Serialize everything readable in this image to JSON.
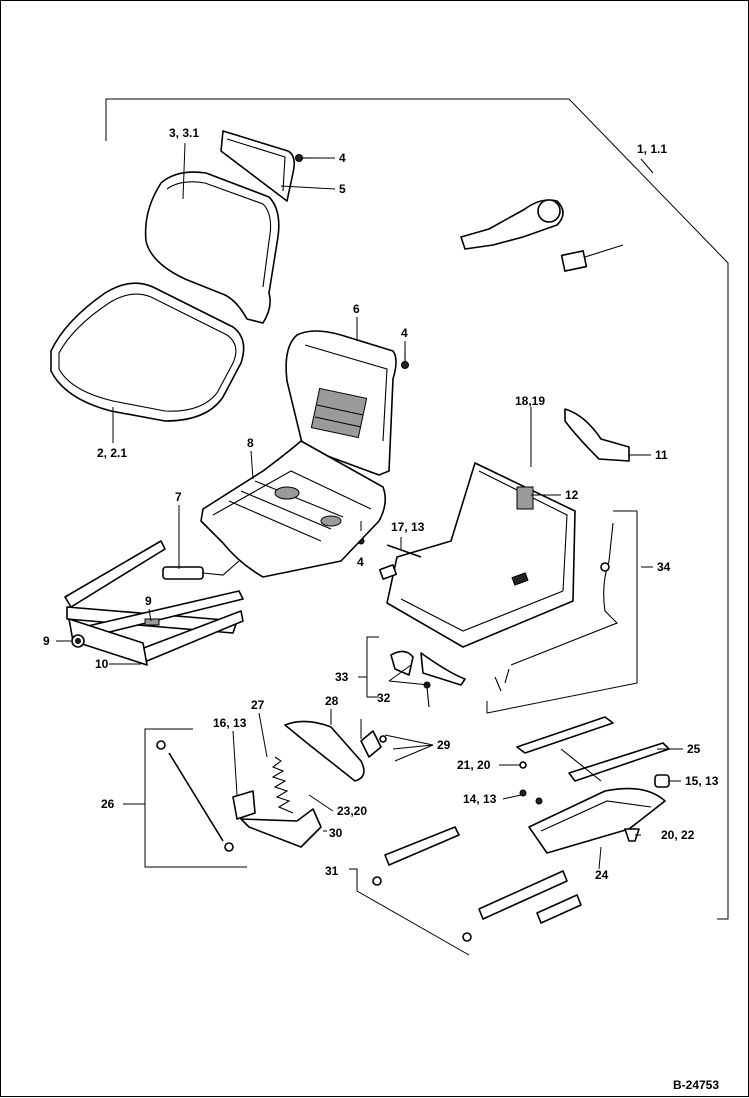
{
  "callouts": {
    "c1": "1, 1.1",
    "c2": "2, 2.1",
    "c3": "3, 3.1",
    "c4a": "4",
    "c4b": "4",
    "c4c": "4",
    "c5": "5",
    "c6": "6",
    "c7": "7",
    "c8": "8",
    "c9a": "9",
    "c9b": "9",
    "c10": "10",
    "c11": "11",
    "c12": "12",
    "c17": "17, 13",
    "c18": "18,19",
    "c24": "24",
    "c25": "25",
    "c26": "26",
    "c27": "27",
    "c28": "28",
    "c29": "29",
    "c30": "30",
    "c31": "31",
    "c32": "32",
    "c33": "33",
    "c34": "34",
    "c14": "14, 13",
    "c15": "15, 13",
    "c16": "16, 13",
    "c20": "20, 22",
    "c21": "21, 20",
    "c23": "23,20"
  },
  "drawing_number": "B-24753"
}
